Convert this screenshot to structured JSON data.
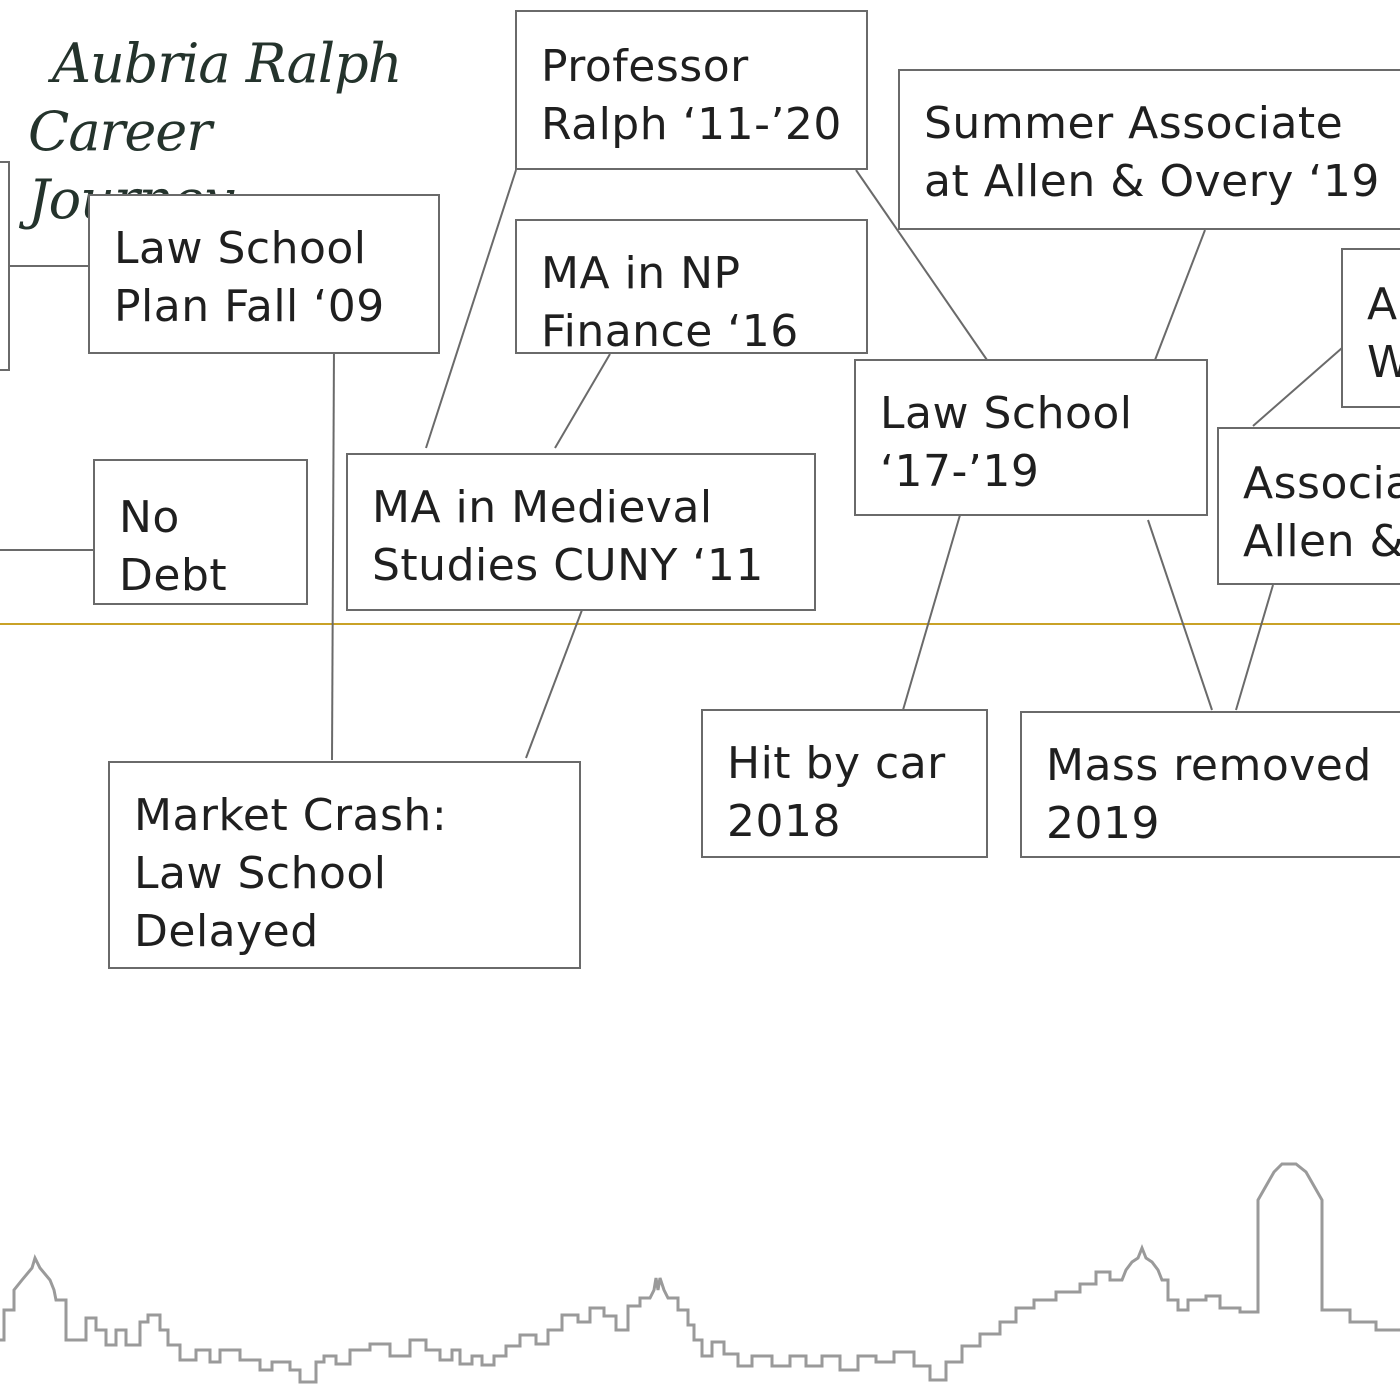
{
  "title": {
    "line1": "Aubria Ralph",
    "line2": "Career Journey"
  },
  "milestones": {
    "law_school_plan": [
      "Law School",
      "Plan Fall ‘09"
    ],
    "no_debt": [
      "No",
      "Debt"
    ],
    "professor": [
      "Professor",
      "Ralph ‘11-’20"
    ],
    "ma_np_finance": [
      "MA in NP",
      "Finance ‘16"
    ],
    "ma_medieval": [
      "MA in Medieval",
      "Studies CUNY ‘11"
    ],
    "summer_associate": [
      "Summer Associate",
      "at Allen & Overy ‘19"
    ],
    "law_school": [
      "Law School",
      "‘17-’19"
    ],
    "cut_top_right": [
      "A",
      "W"
    ],
    "associate": [
      "Associa",
      "Allen &"
    ],
    "market_crash": [
      "Market Crash:",
      "Law School",
      "Delayed"
    ],
    "hit_by_car": [
      "Hit by car",
      "2018"
    ],
    "mass_removed": [
      "Mass removed",
      "2019"
    ]
  },
  "colors": {
    "timeline_axis": "#c9a227",
    "box_border": "#6a6a6a",
    "connector": "#6a6a6a",
    "skyline": "#9a9a9a",
    "title_text": "#24332c"
  }
}
